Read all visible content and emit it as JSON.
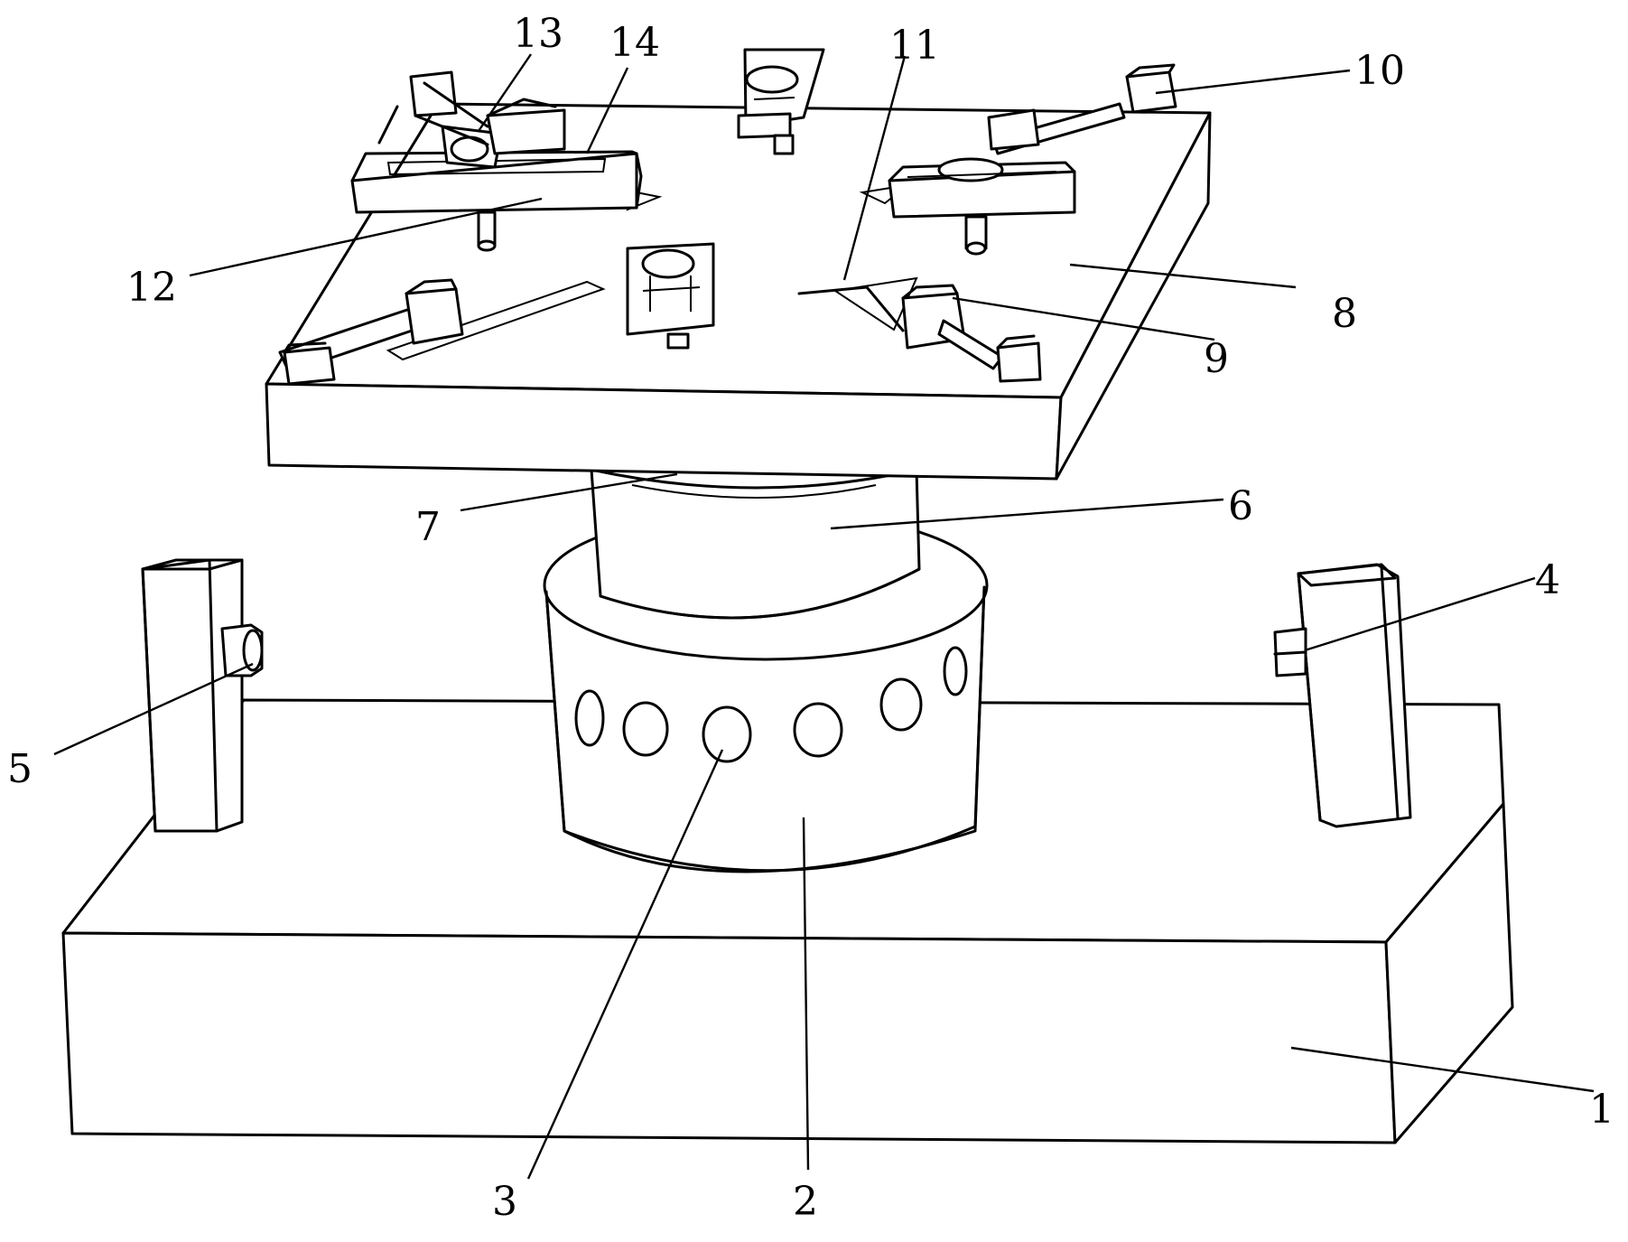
{
  "labels": [
    {
      "id": "1",
      "text": "1"
    },
    {
      "id": "2",
      "text": "2"
    },
    {
      "id": "3",
      "text": "3"
    },
    {
      "id": "4",
      "text": "4"
    },
    {
      "id": "5",
      "text": "5"
    },
    {
      "id": "6",
      "text": "6"
    },
    {
      "id": "7",
      "text": "7"
    },
    {
      "id": "8",
      "text": "8"
    },
    {
      "id": "9",
      "text": "9"
    },
    {
      "id": "10",
      "text": "10"
    },
    {
      "id": "11",
      "text": "11"
    },
    {
      "id": "12",
      "text": "12"
    },
    {
      "id": "13",
      "text": "13"
    },
    {
      "id": "14",
      "text": "14"
    }
  ],
  "colors": {
    "stroke": "#000000",
    "fill": "#ffffff"
  }
}
